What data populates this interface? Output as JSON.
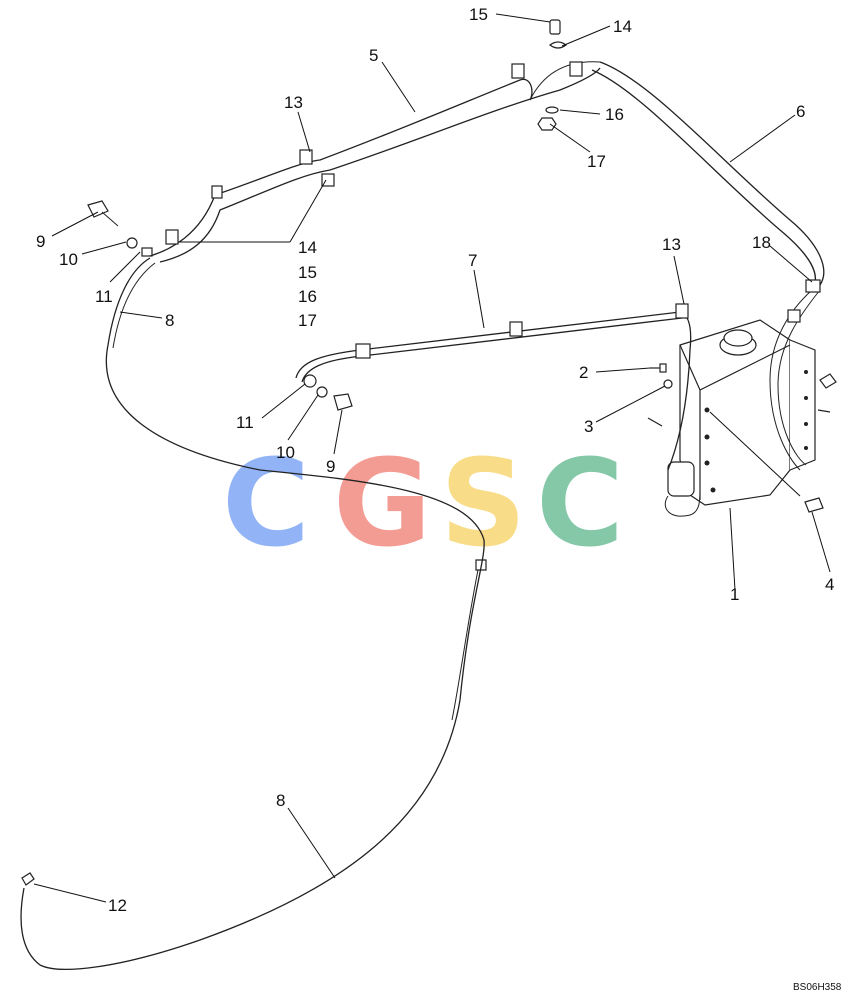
{
  "drawing_code": "BS06H358",
  "watermark": {
    "letters": [
      "C",
      "G",
      "S",
      "C"
    ],
    "colors": [
      "#7fa8f5",
      "#f28b82",
      "#f7d774",
      "#6fbf9a"
    ]
  },
  "callouts": {
    "c1": "1",
    "c2": "2",
    "c3": "3",
    "c4": "4",
    "c5": "5",
    "c6": "6",
    "c7": "7",
    "c8a": "8",
    "c8b": "8",
    "c9a": "9",
    "c9b": "9",
    "c10a": "10",
    "c10b": "10",
    "c11a": "11",
    "c11b": "11",
    "c12": "12",
    "c13a": "13",
    "c13b": "13",
    "c14a": "14",
    "c14b": "14",
    "c15a": "15",
    "c15b": "15",
    "c16a": "16",
    "c16b": "16",
    "c17a": "17",
    "c17b": "17",
    "c18": "18"
  }
}
